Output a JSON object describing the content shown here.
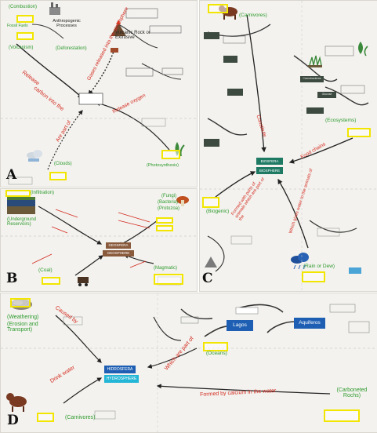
{
  "panels": {
    "A": {
      "label": "A",
      "green": {
        "combustion": "(Combustion)",
        "fossil_fuels": "Fossil Fuels",
        "volcanism": "(Volcanism)",
        "deforestation": "(Deforestation)",
        "clouds": "(Clouds)",
        "photosynthesis": "(Photosynthesis)"
      },
      "dark": {
        "anthropogenic": "Anthropogenic Processes",
        "vulcanic_rock": "Vulcanic Rock or Extrusive"
      },
      "red": {
        "release": "Release",
        "carbon_into": "carbon into the",
        "gases_released": "Gases released into the atmosphere",
        "release_oxygen": "Release oxygen",
        "are_part_of": "Are part of"
      }
    },
    "B": {
      "label": "B",
      "green": {
        "infiltration": "(Infiltration)",
        "underground": "(Underground Reservoirs)",
        "fungi": "(Fungi)",
        "bacteria": "(Bacteria)",
        "protozoa": "(Protozoa)",
        "coal": "(Coal)",
        "magmatic": "(Magmatic)"
      },
      "nodes": {
        "geosfera": "GEOSFERA",
        "geosphere": "GEOSPHERE"
      }
    },
    "C": {
      "label": "C",
      "green": {
        "carnivores": "(Carnivores)",
        "ecosystems": "(Ecosystems)",
        "biogenic": "(Biogenic)",
        "rain_dew": "(Rain or Dew)"
      },
      "red": {
        "constitute": "Constitute",
        "food_chains": "Food chains",
        "formed_with_parts": "Formed with parts of animals which are part of the",
        "which_gives_water": "Which gives water to the animals of"
      },
      "tiles": {
        "carnobacteras": "Carnobacteras",
        "glucose": "Glucose"
      },
      "nodes": {
        "biosfera": "BIOSFERA",
        "biosphere": "BIOSPHERE"
      }
    },
    "D": {
      "label": "D",
      "green": {
        "weathering": "(Weathering)",
        "erosion": "(Erosion and Transport)",
        "oceans": "(Oceans)",
        "carnivores": "(Carnivores)",
        "carboneted": "(Carboneted Rochs)"
      },
      "red": {
        "caused_by": "Caused by",
        "which_are_part": "Which are part of",
        "drink_water": "Drink water",
        "formed_by_calcium": "Formed by calcium in the water"
      },
      "nodes": {
        "lagos": "Lagos",
        "aquiferos": "Aquiferos",
        "hidrosfera": "HIDROSFERA",
        "hydrosphere": "HYDROSPHERE"
      }
    }
  },
  "colors": {
    "green_label": "#2e9a2e",
    "red_label": "#d42a1f",
    "highlight_box": "#f2e600",
    "teal_node": "#1f7a64",
    "blue_node": "#1e5fb4",
    "cyan_node": "#24b6d6",
    "brown_node": "#8a5a3c"
  }
}
